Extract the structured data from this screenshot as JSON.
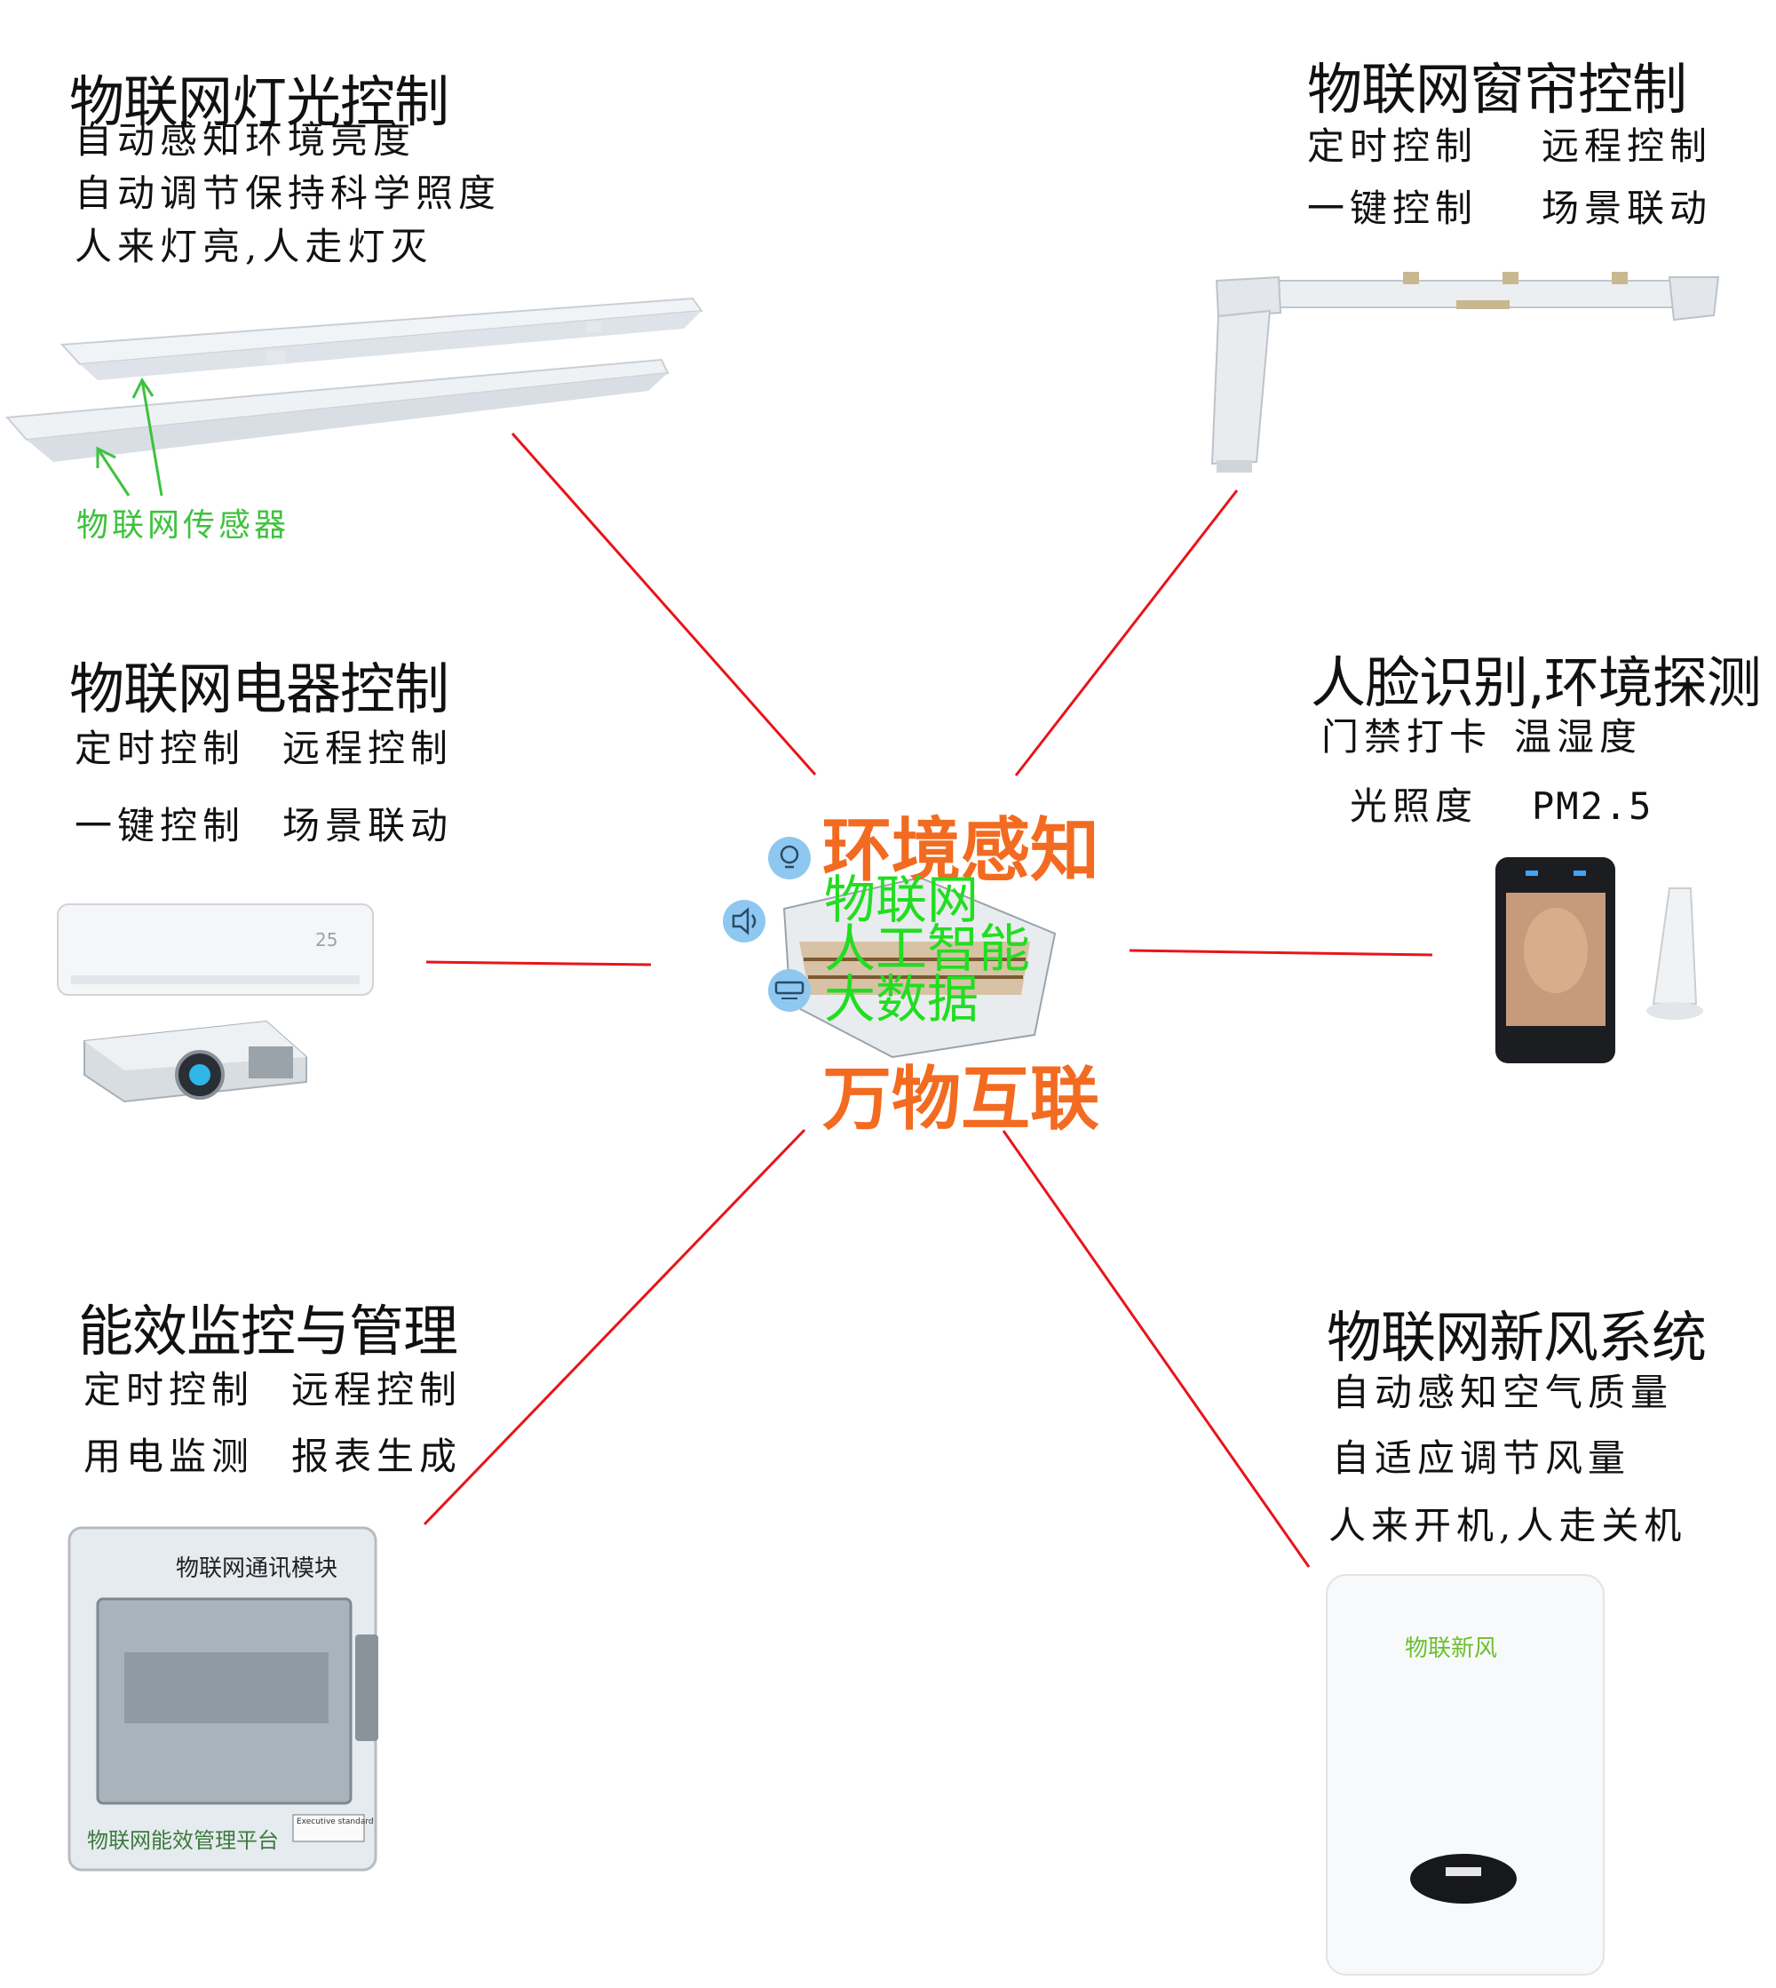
{
  "center": {
    "top": "环境感知",
    "middle": [
      "物联网",
      "人工智能",
      "大数据"
    ],
    "bottom": "万物互联"
  },
  "lighting": {
    "title": "物联网灯光控制",
    "lines": [
      "自动感知环境亮度",
      "自动调节保持科学照度",
      "人来灯亮,人走灯灭"
    ],
    "sensor_label": "物联网传感器"
  },
  "curtain": {
    "title": "物联网窗帘控制",
    "lines": [
      "定时控制",
      "远程控制",
      "一键控制",
      "场景联动"
    ]
  },
  "appliance": {
    "title": "物联网电器控制",
    "lines": [
      "定时控制",
      "远程控制",
      "一键控制",
      "场景联动"
    ],
    "ac_display": "25"
  },
  "face": {
    "title": "人脸识别,环境探测",
    "lines": [
      "门禁打卡",
      "温湿度",
      "光照度",
      "PM2.5"
    ]
  },
  "energy": {
    "title": "能效监控与管理",
    "lines": [
      "定时控制",
      "远程控制",
      "用电监测",
      "报表生成"
    ],
    "box_top": "物联网通讯模块",
    "box_bottom": "物联网能效管理平台",
    "box_tag": "Executive standard"
  },
  "fresh_air": {
    "title": "物联网新风系统",
    "lines": [
      "自动感知空气质量",
      "自适应调节风量",
      "人来开机,人走关机"
    ],
    "device_label": "物联新风"
  },
  "colors": {
    "connector": "#e8141a",
    "accent_orange": "#f26b21",
    "accent_green": "#22dd22",
    "sensor_green": "#3dc23d"
  }
}
